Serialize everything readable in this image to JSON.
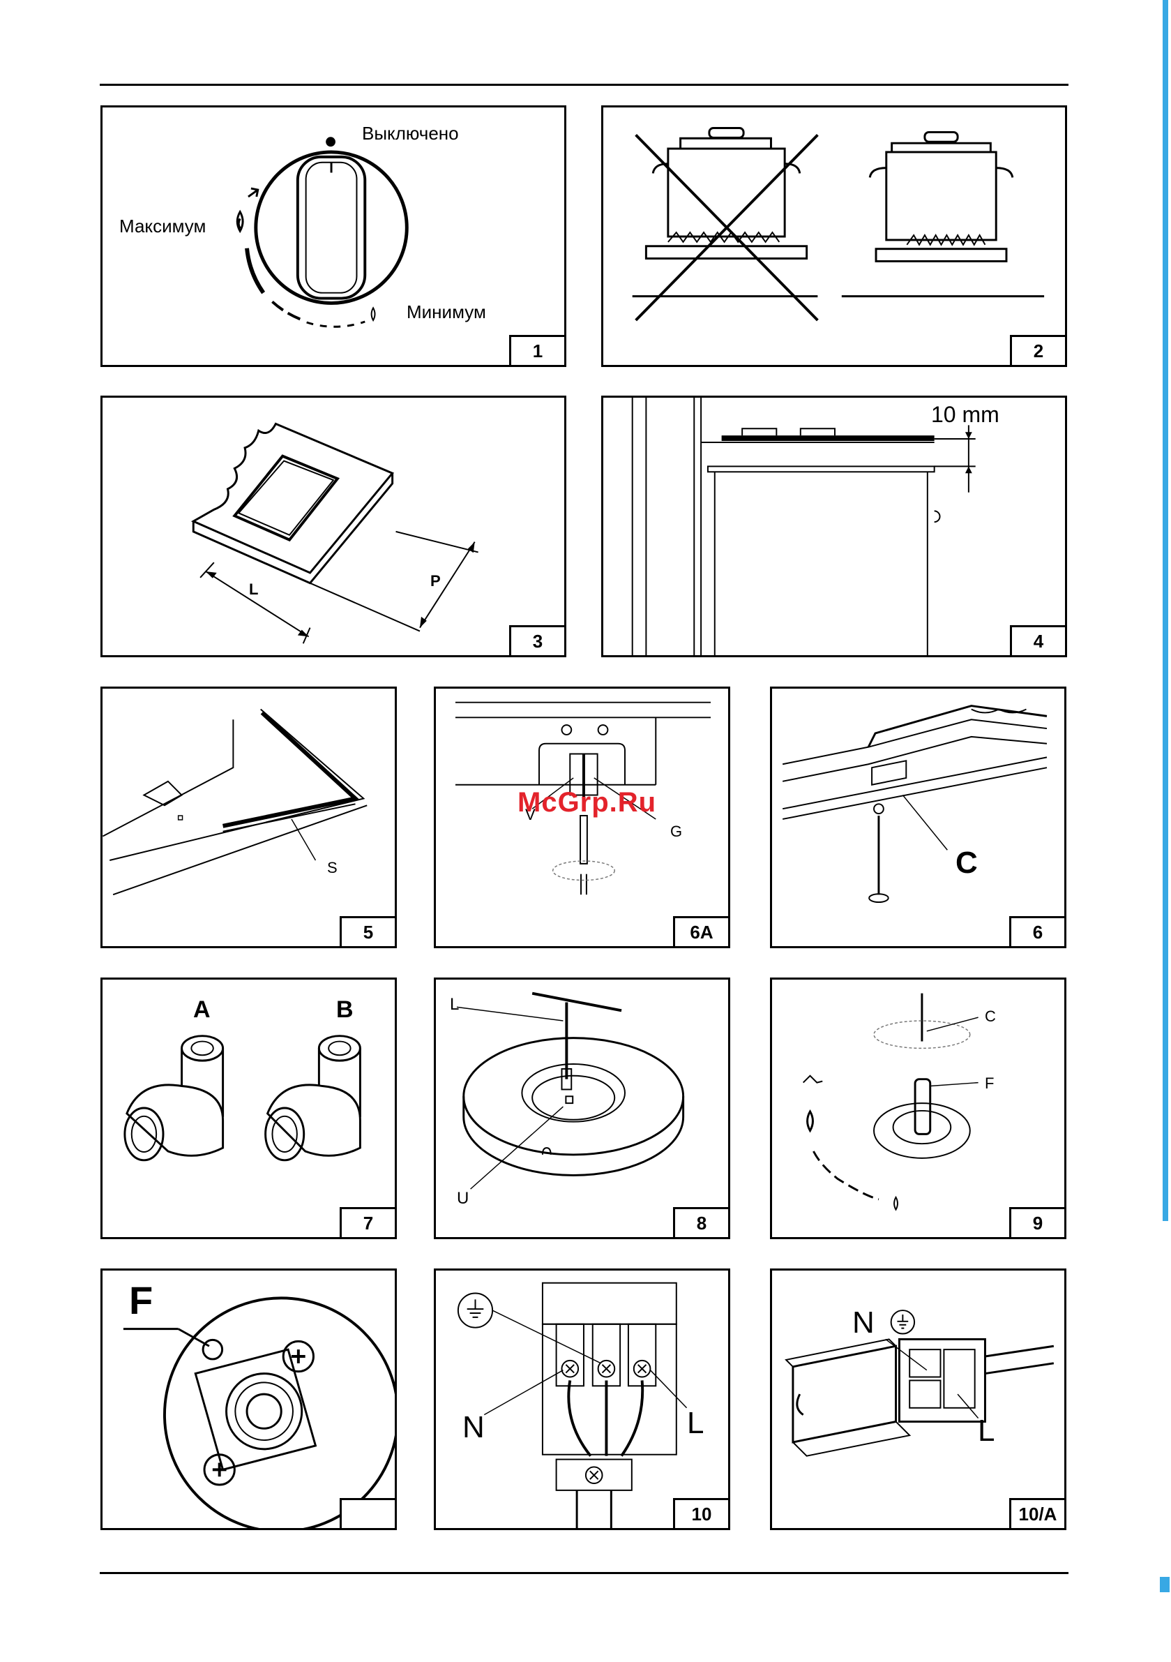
{
  "panels": {
    "p1": {
      "number": "1",
      "off_label": "Выключено",
      "max_label": "Максимум",
      "min_label": "Минимум"
    },
    "p2": {
      "number": "2"
    },
    "p3": {
      "number": "3",
      "label_l": "L",
      "label_p": "P"
    },
    "p4": {
      "number": "4",
      "gap_label": "10 mm"
    },
    "p5": {
      "number": "5",
      "label_s": "S"
    },
    "p6a": {
      "number": "6A",
      "label_v": "V",
      "label_g": "G"
    },
    "p6": {
      "number": "6",
      "label_c": "C"
    },
    "p7": {
      "number": "7",
      "label_a": "A",
      "label_b": "B"
    },
    "p8": {
      "number": "8",
      "label_l": "L",
      "label_u": "U"
    },
    "p9": {
      "number": "9",
      "label_c": "C",
      "label_f": "F"
    },
    "p10b": {
      "number": "",
      "label_f": "F"
    },
    "p10": {
      "number": "10",
      "label_n": "N",
      "label_l": "L"
    },
    "p10a": {
      "number": "10/A",
      "label_n": "N",
      "label_l": "L"
    }
  },
  "watermark": "McGrp.Ru",
  "accent_color": "#38a8e4",
  "watermark_color": "#e3232b"
}
